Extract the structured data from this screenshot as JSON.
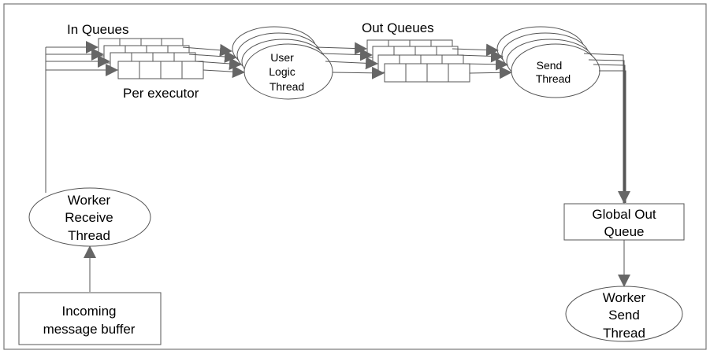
{
  "colors": {
    "stroke": "#555555",
    "arrow": "#666666",
    "frame": "#777777",
    "fill": "#ffffff",
    "text": "#000000"
  },
  "labels": {
    "in_queues": "In Queues",
    "per_executor": "Per executor",
    "out_queues": "Out Queues",
    "user_logic": [
      "User",
      "Logic",
      "Thread"
    ],
    "send_thread": [
      "Send",
      "Thread"
    ],
    "worker_receive": [
      "Worker",
      "Receive",
      "Thread"
    ],
    "incoming_buffer": [
      "Incoming",
      "message buffer"
    ],
    "global_out_queue": [
      "Global Out",
      "Queue"
    ],
    "worker_send": [
      "Worker",
      "Send",
      "Thread"
    ]
  }
}
